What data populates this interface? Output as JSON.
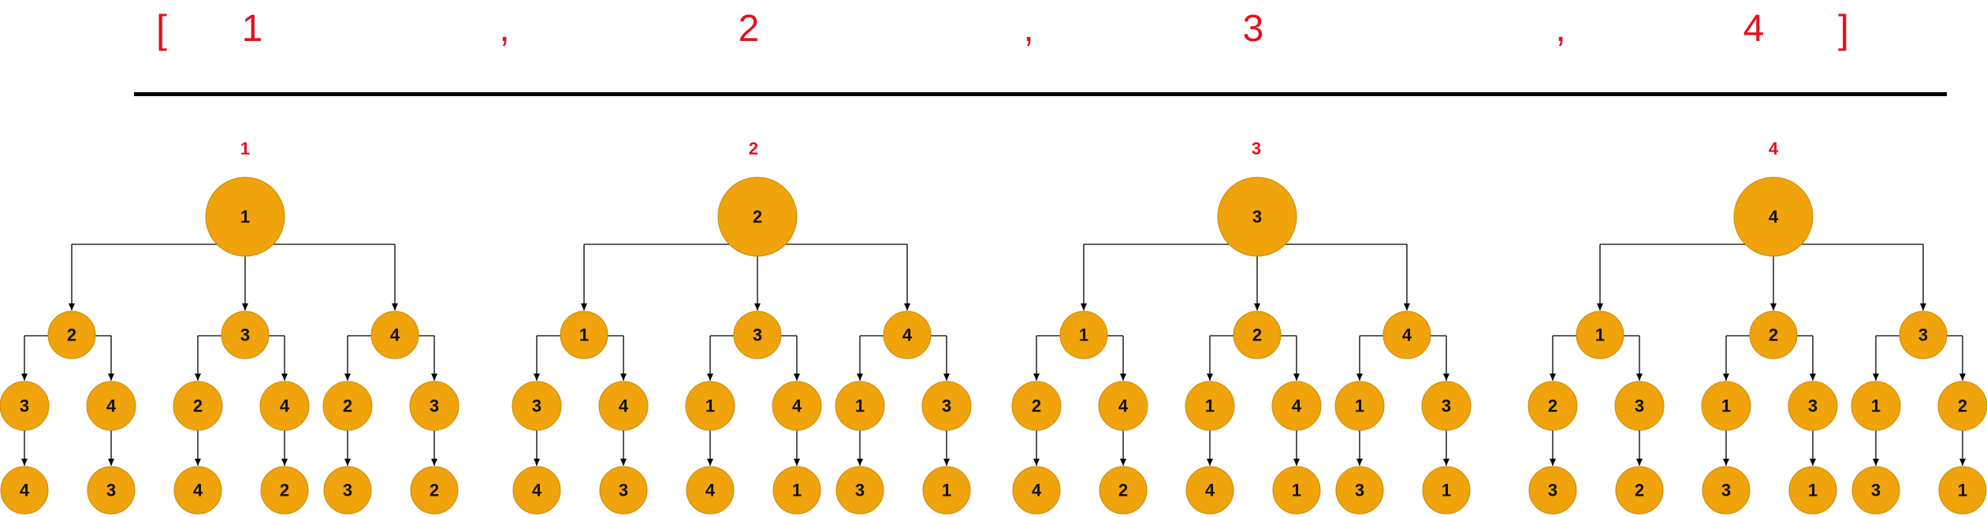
{
  "header": {
    "open_bracket": "[",
    "close_bracket": "]",
    "separator": ",",
    "values": [
      "1",
      "2",
      "3",
      "4"
    ]
  },
  "trees": [
    {
      "label": "1",
      "root": "1",
      "children": [
        {
          "value": "2",
          "children": [
            {
              "value": "3",
              "leaf": "4"
            },
            {
              "value": "4",
              "leaf": "3"
            }
          ]
        },
        {
          "value": "3",
          "children": [
            {
              "value": "2",
              "leaf": "4"
            },
            {
              "value": "4",
              "leaf": "2"
            }
          ]
        },
        {
          "value": "4",
          "children": [
            {
              "value": "2",
              "leaf": "3"
            },
            {
              "value": "3",
              "leaf": "2"
            }
          ]
        }
      ]
    },
    {
      "label": "2",
      "root": "2",
      "children": [
        {
          "value": "1",
          "children": [
            {
              "value": "3",
              "leaf": "4"
            },
            {
              "value": "4",
              "leaf": "3"
            }
          ]
        },
        {
          "value": "3",
          "children": [
            {
              "value": "1",
              "leaf": "4"
            },
            {
              "value": "4",
              "leaf": "1"
            }
          ]
        },
        {
          "value": "4",
          "children": [
            {
              "value": "1",
              "leaf": "3"
            },
            {
              "value": "3",
              "leaf": "1"
            }
          ]
        }
      ]
    },
    {
      "label": "3",
      "root": "3",
      "children": [
        {
          "value": "1",
          "children": [
            {
              "value": "2",
              "leaf": "4"
            },
            {
              "value": "4",
              "leaf": "2"
            }
          ]
        },
        {
          "value": "2",
          "children": [
            {
              "value": "1",
              "leaf": "4"
            },
            {
              "value": "4",
              "leaf": "1"
            }
          ]
        },
        {
          "value": "4",
          "children": [
            {
              "value": "1",
              "leaf": "3"
            },
            {
              "value": "3",
              "leaf": "1"
            }
          ]
        }
      ]
    },
    {
      "label": "4",
      "root": "4",
      "children": [
        {
          "value": "1",
          "children": [
            {
              "value": "2",
              "leaf": "3"
            },
            {
              "value": "3",
              "leaf": "2"
            }
          ]
        },
        {
          "value": "2",
          "children": [
            {
              "value": "1",
              "leaf": "3"
            },
            {
              "value": "3",
              "leaf": "1"
            }
          ]
        },
        {
          "value": "3",
          "children": [
            {
              "value": "1",
              "leaf": "3"
            },
            {
              "value": "2",
              "leaf": "1"
            }
          ]
        }
      ]
    }
  ],
  "colors": {
    "node_fill": "#f0a30a",
    "node_stroke": "#c98a08",
    "edge": "#000000",
    "accent_red": "#e3111d"
  }
}
